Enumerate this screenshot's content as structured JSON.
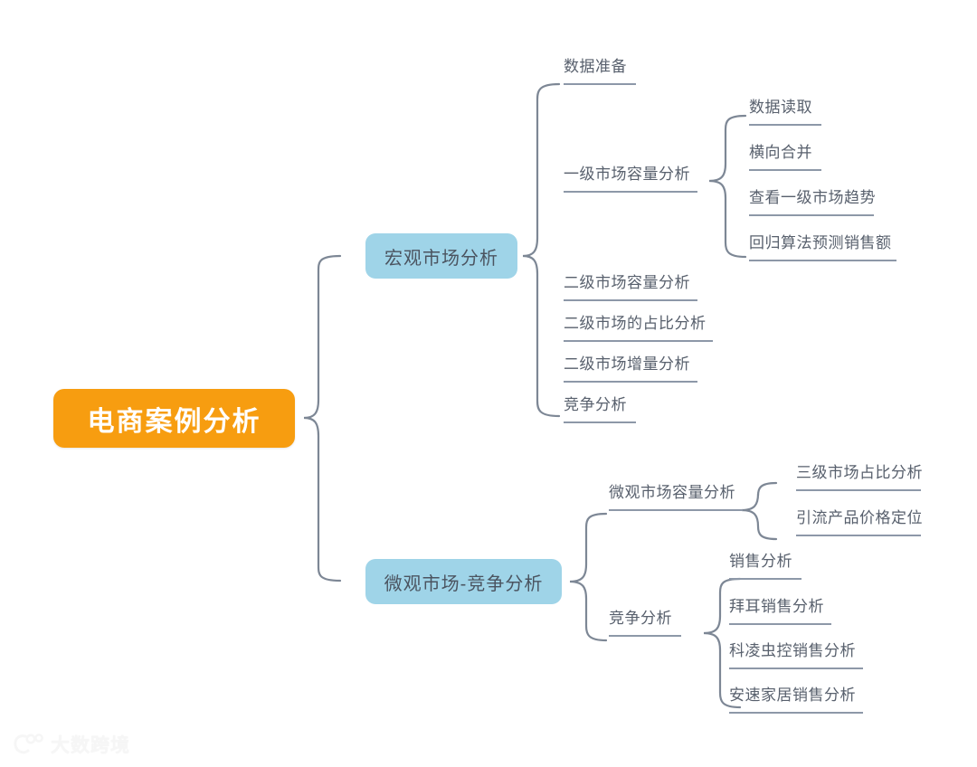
{
  "diagram": {
    "type": "mindmap",
    "title": "电商案例分析",
    "orientation": "left-to-right",
    "connector_style": "curly-brace",
    "colors": {
      "root_bg": "#f79d10",
      "root_text": "#ffffff",
      "branch_bg": "#9fd4e8",
      "branch_text": "#4b5460",
      "leaf_text": "#58606d",
      "underline": "#8d98a8",
      "brace": "#7d8795",
      "canvas_bg": "#ffffff"
    }
  },
  "root": {
    "label": "电商案例分析"
  },
  "branches": {
    "macro": {
      "label": "宏观市场分析",
      "children": [
        {
          "label": "数据准备"
        },
        {
          "label": "一级市场容量分析",
          "children": [
            {
              "label": "数据读取"
            },
            {
              "label": "横向合并"
            },
            {
              "label": "查看一级市场趋势"
            },
            {
              "label": "回归算法预测销售额"
            }
          ]
        },
        {
          "label": "二级市场容量分析"
        },
        {
          "label": "二级市场的占比分析"
        },
        {
          "label": "二级市场增量分析"
        },
        {
          "label": "竞争分析"
        }
      ]
    },
    "micro": {
      "label": "微观市场-竞争分析",
      "children": [
        {
          "label": "微观市场容量分析",
          "children": [
            {
              "label": "三级市场占比分析"
            },
            {
              "label": "引流产品价格定位"
            }
          ]
        },
        {
          "label": "竞争分析",
          "children": [
            {
              "label": "销售分析"
            },
            {
              "label": "拜耳销售分析"
            },
            {
              "label": "科凌虫控销售分析"
            },
            {
              "label": "安速家居销售分析"
            }
          ]
        }
      ]
    }
  },
  "watermark": {
    "text": "大数跨境",
    "logo": "dashu-logo-icon"
  }
}
